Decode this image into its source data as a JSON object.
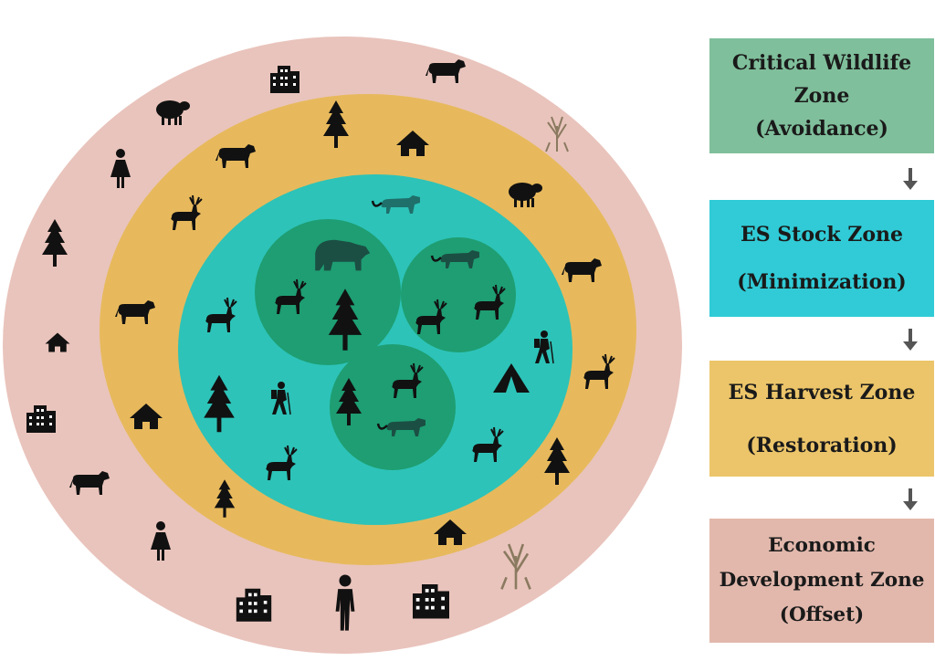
{
  "colors": {
    "outer_ring": "#e9c4bc",
    "harvest_ring": "#e7b95c",
    "stock_zone": "#2dc3b8",
    "critical_core": "#1e9e72",
    "icon": "#111111",
    "box_critical": "#7fbf9b",
    "box_stock": "#30cbd6",
    "box_harvest": "#ecc56a",
    "box_econ": "#e2b8ac",
    "arrow": "#555555"
  },
  "zones": [
    {
      "id": "critical",
      "lines": [
        "Critical Wildlife",
        "Zone",
        "(Avoidance)"
      ]
    },
    {
      "id": "stock",
      "lines": [
        "ES Stock Zone",
        "(Minimization)"
      ]
    },
    {
      "id": "harvest",
      "lines": [
        "ES Harvest Zone",
        "(Restoration)"
      ]
    },
    {
      "id": "econ",
      "lines": [
        "Economic",
        "Development Zone",
        "(Offset)"
      ]
    }
  ],
  "icons": {
    "outer": [
      "building-icon",
      "cow-icon",
      "sheep-icon",
      "woman-icon",
      "pine-tree-icon",
      "house-icon",
      "man-icon",
      "crop-icon"
    ],
    "harvest": [
      "pine-tree-icon",
      "house-icon",
      "cow-icon",
      "deer-icon",
      "sheep-icon"
    ],
    "stock": [
      "leopard-icon",
      "deer-icon",
      "pine-tree-icon",
      "hiker-icon",
      "tent-icon"
    ],
    "core": [
      "bear-icon",
      "deer-icon",
      "pine-tree-icon",
      "leopard-icon"
    ]
  }
}
